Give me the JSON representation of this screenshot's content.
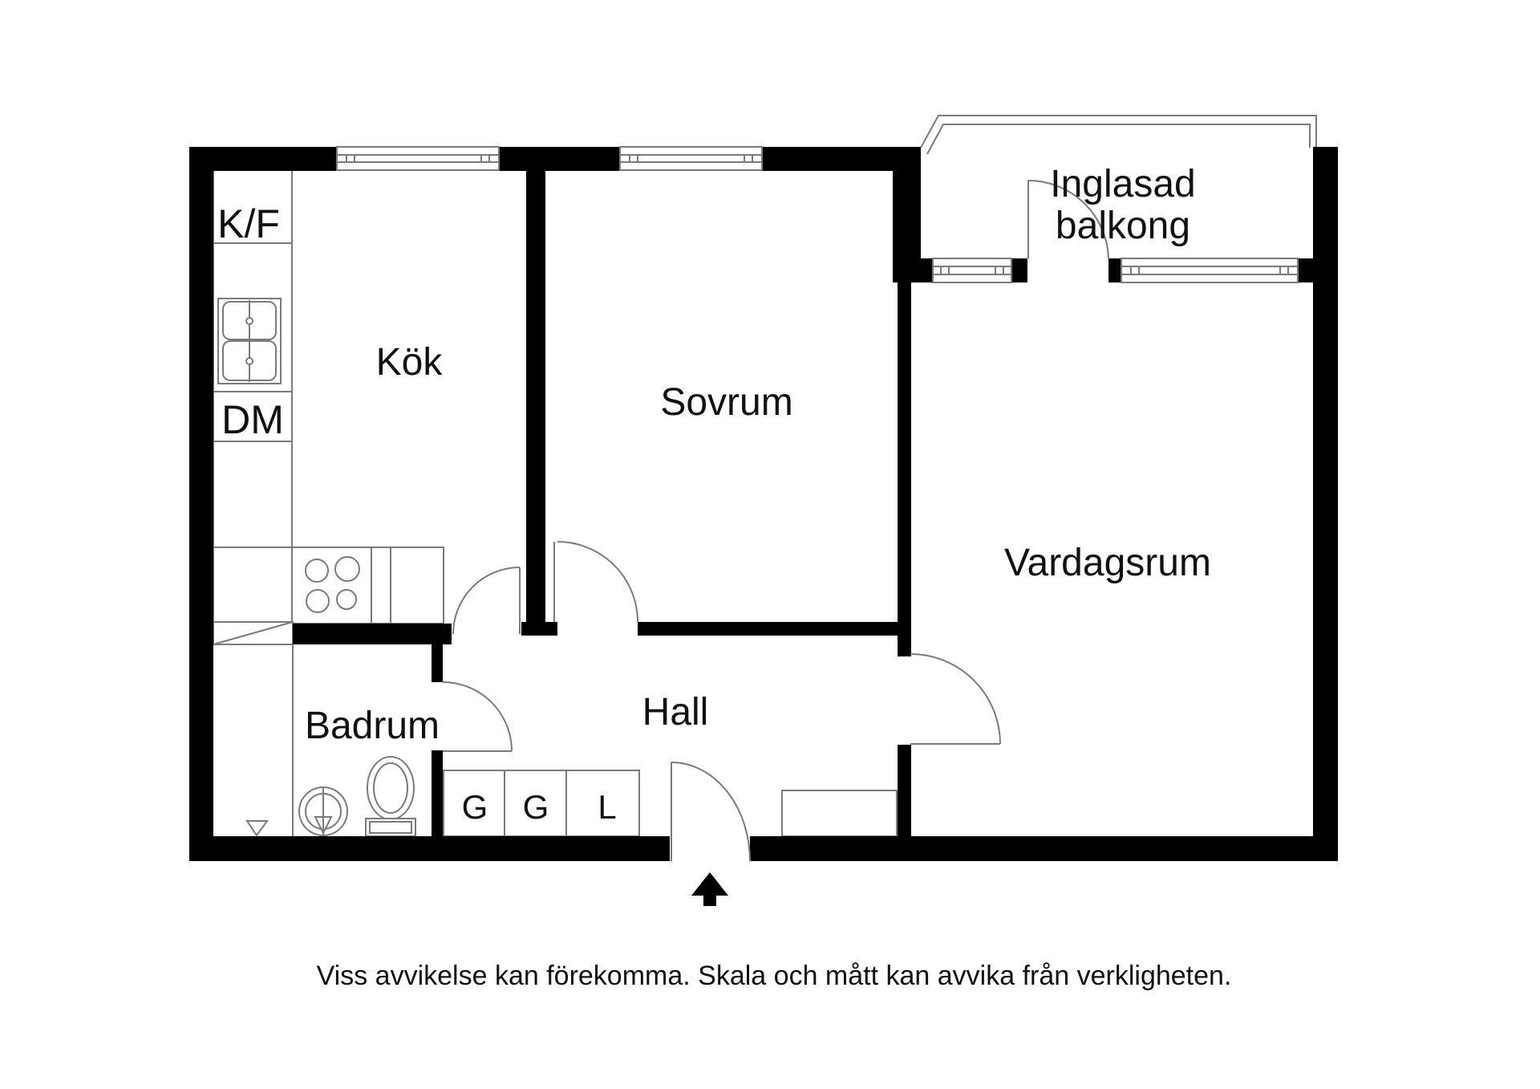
{
  "theme": {
    "background": "#ffffff",
    "wall_color": "#000000",
    "line_color": "#7a7a7a",
    "text_color": "#111111"
  },
  "labels": {
    "fridge_freezer": "K/F",
    "dishwasher": "DM",
    "kitchen": "Kök",
    "bedroom": "Sovrum",
    "balcony_line1": "Inglasad",
    "balcony_line2": "balkong",
    "living_room": "Vardagsrum",
    "bathroom": "Badrum",
    "hall": "Hall",
    "wardrobe_1": "G",
    "wardrobe_2": "G",
    "linen_closet": "L"
  },
  "icons": {
    "kitchen_sink": "double-sink-icon",
    "stove": "stove-burners-icon",
    "toilet": "toilet-icon",
    "washbasin": "washbasin-icon",
    "floor_drain": "floor-drain-icon",
    "entrance": "entrance-arrow-icon"
  },
  "footer": {
    "disclaimer": "Viss avvikelse kan förekomma. Skala och mått kan avvika från verkligheten."
  }
}
